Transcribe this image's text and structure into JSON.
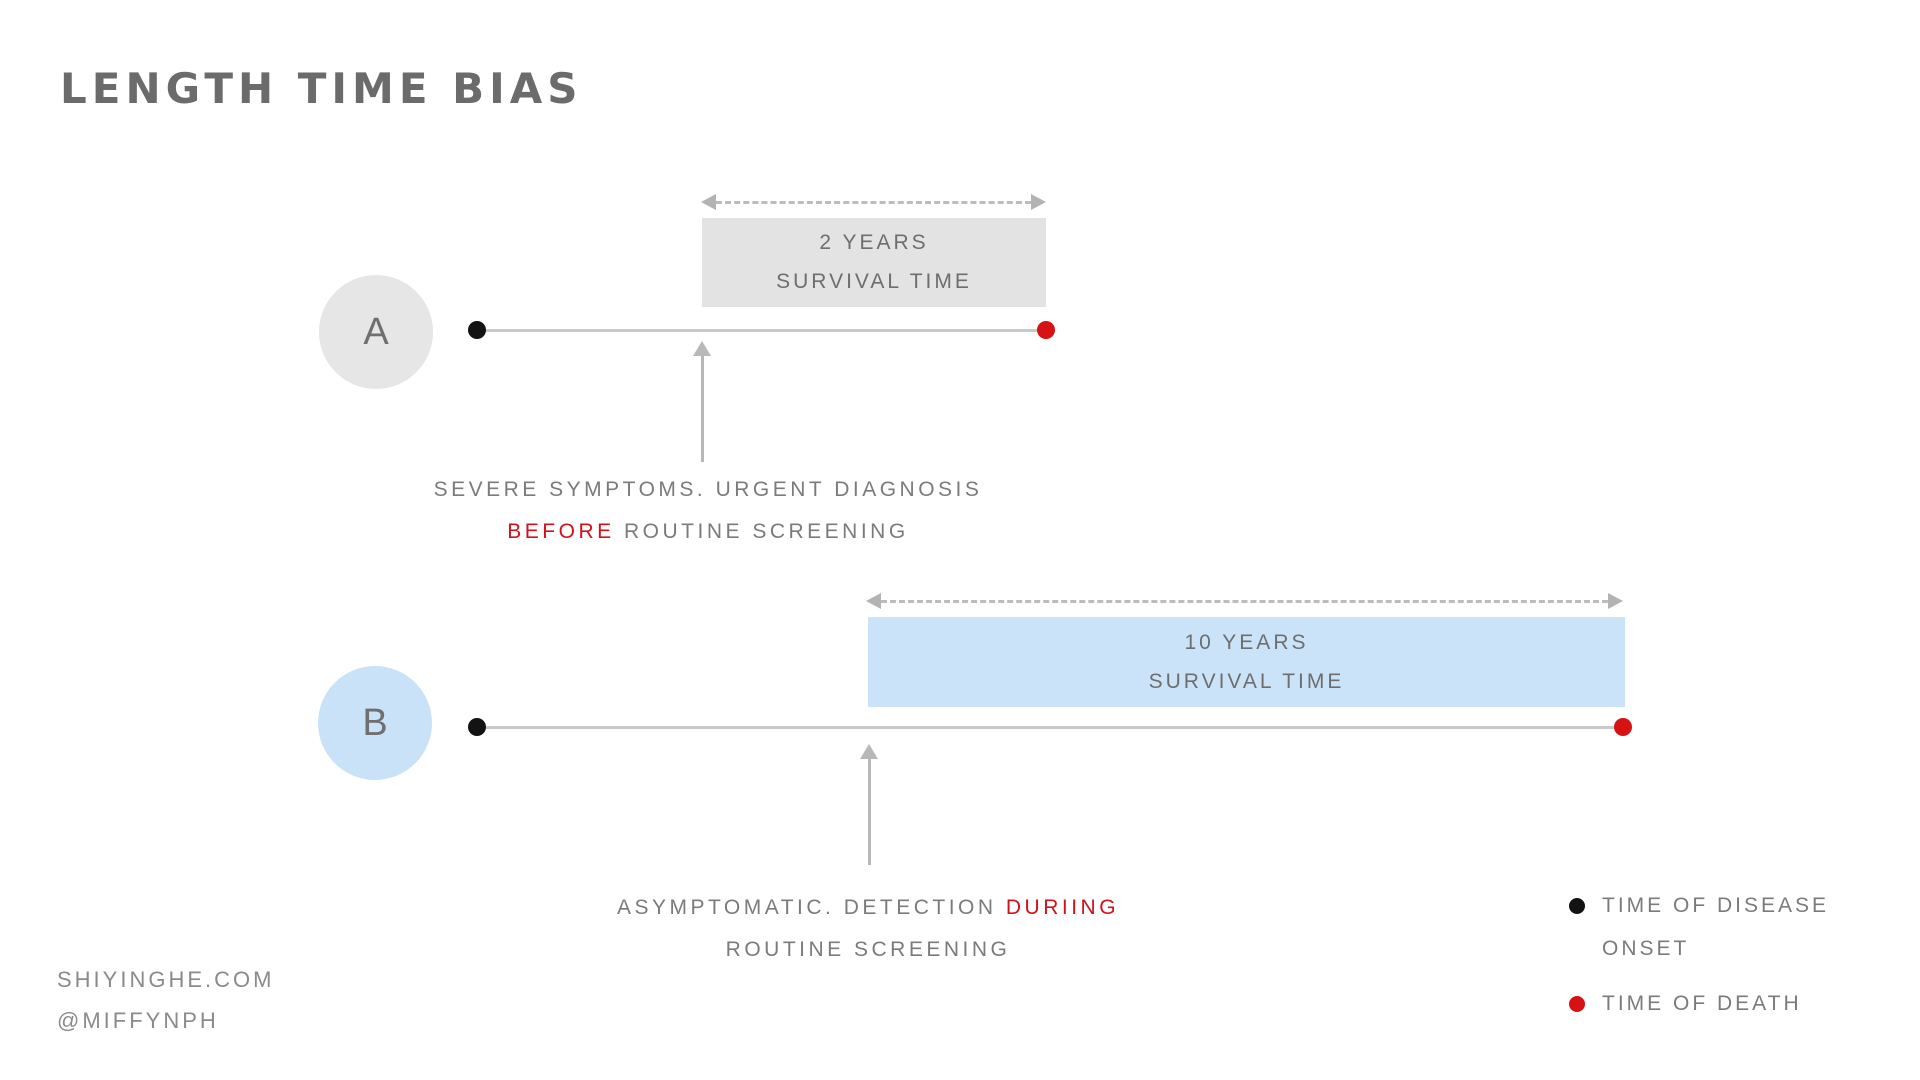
{
  "title": "LENGTH TIME BIAS",
  "scenarios": {
    "a": {
      "label": "A",
      "survival_line1": "2 YEARS",
      "survival_line2": "SURVIVAL TIME",
      "caption_line1": "SEVERE SYMPTOMS. URGENT DIAGNOSIS",
      "caption_line2_highlight": "BEFORE",
      "caption_line2_rest": " ROUTINE SCREENING"
    },
    "b": {
      "label": "B",
      "survival_line1": "10 YEARS",
      "survival_line2": "SURVIVAL TIME",
      "caption_line1_prefix": "ASYMPTOMATIC. DETECTION ",
      "caption_line1_highlight": "DURIING",
      "caption_line2": "ROUTINE SCREENING"
    }
  },
  "legend": {
    "disease_onset_line1": "TIME OF DISEASE",
    "disease_onset_line2": "ONSET",
    "death_label": "TIME OF DEATH"
  },
  "footer": {
    "website": "SHIYINGHE.COM",
    "handle": "@MIFFYNPH"
  },
  "colors": {
    "accent_red": "#d0121c",
    "marker_black": "#131313",
    "marker_red": "#d61212",
    "scenario_a_fill": "#e4e3e3",
    "scenario_b_fill": "#cbe3f8",
    "circle_a_fill": "#e7e6e6",
    "circle_b_fill": "#c9e2f8",
    "timeline_gray": "#c9c9c9",
    "arrow_gray": "#b8b8b8",
    "text_gray": "#7b7b7b",
    "title_gray": "#6b6b6b"
  }
}
